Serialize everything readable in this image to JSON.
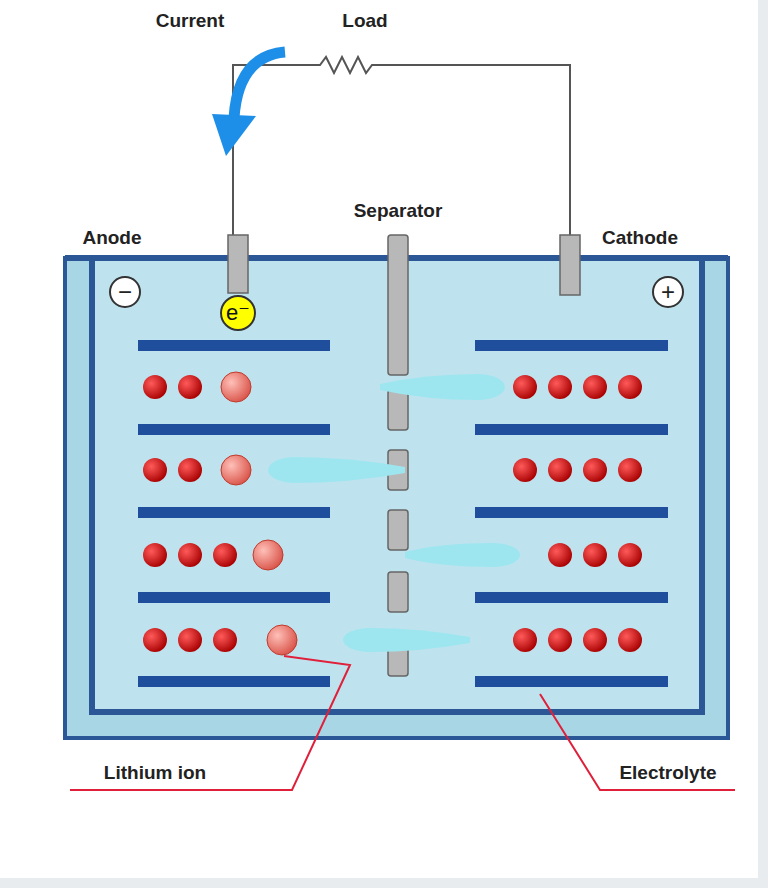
{
  "diagram": {
    "nodes": [
      {
        "text": [
          "−"
        ]
      },
      {
        "text": [
          "+"
        ]
      },
      {
        "text": [
          "e⁻"
        ]
      }
    ],
    "labels": [
      "Current",
      "Load",
      "Anode",
      "Separator",
      "Cathode",
      "Lithium ion",
      "Electrolyte"
    ]
  }
}
